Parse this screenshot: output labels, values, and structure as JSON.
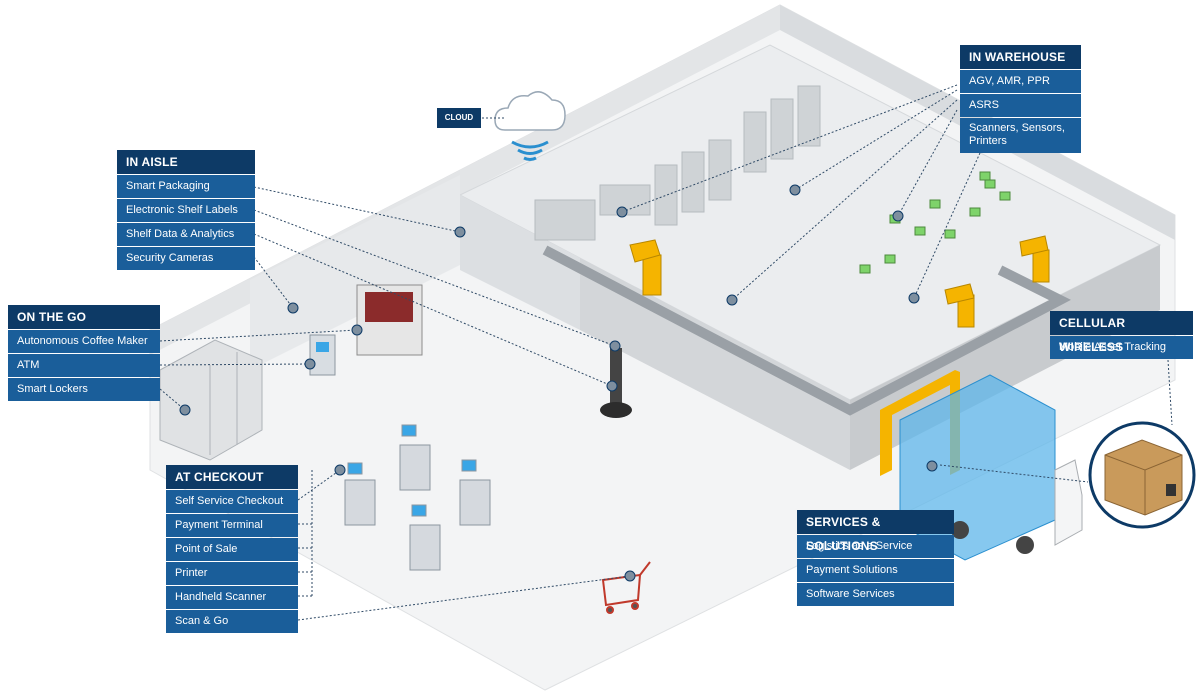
{
  "cloud": {
    "label": "CLOUD",
    "icon": "cloud-icon"
  },
  "panels": {
    "in_aisle": {
      "title": "IN AISLE",
      "items": [
        "Smart Packaging",
        "Electronic Shelf Labels",
        "Shelf Data & Analytics",
        "Security Cameras"
      ]
    },
    "on_the_go": {
      "title": "ON THE GO",
      "items": [
        "Autonomous Coffee Maker",
        "ATM",
        "Smart Lockers"
      ]
    },
    "at_checkout": {
      "title": "AT CHECKOUT",
      "items": [
        "Self Service Checkout",
        "Payment Terminal",
        "Point of Sale",
        "Printer",
        "Handheld Scanner",
        "Scan & Go"
      ]
    },
    "in_warehouse": {
      "title": "IN WAREHOUSE",
      "items": [
        "AGV, AMR, PPR",
        "ASRS",
        "Scanners, Sensors, Printers"
      ]
    },
    "cellular_wireless": {
      "title": "CELLULAR WIRELESS",
      "items": [
        "Mobile Asset Tracking"
      ]
    },
    "services_solutions": {
      "title": "SERVICES & SOLUTIONS",
      "items": [
        "Logistics as a Service",
        "Payment Solutions",
        "Software Services"
      ]
    }
  },
  "colors": {
    "panel_header": "#0d3a66",
    "panel_item": "#1a5e9a",
    "robot_yellow": "#f5b400",
    "truck_blue": "#3aa6e6",
    "cardboard": "#c99a5b",
    "floor": "#f2f3f4",
    "wall": "#e4e6e8"
  }
}
